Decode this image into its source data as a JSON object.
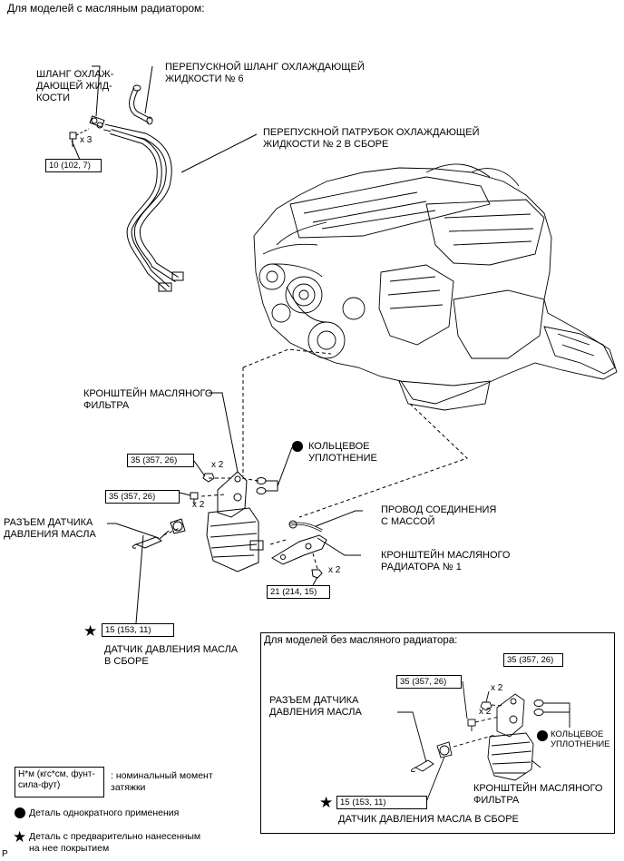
{
  "header": "Для моделей с масляным радиатором:",
  "labels": {
    "coolant_hose": "ШЛАНГ ОХЛАЖ-\nДАЮЩЕЙ ЖИД-\nКОСТИ",
    "bypass_hose": "ПЕРЕПУСКНОЙ ШЛАНГ ОХЛАЖДАЮЩЕЙ\nЖИДКОСТИ № 6",
    "bypass_pipe": "ПЕРЕПУСКНОЙ ПАТРУБОК ОХЛАЖДАЮЩЕЙ\nЖИДКОСТИ № 2 В СБОРЕ",
    "filter_bracket": "КРОНШТЕЙН МАСЛЯНОГО\nФИЛЬТРА",
    "o_ring": "КОЛЬЦЕВОЕ\nУПЛОТНЕНИЕ",
    "ground_wire": "ПРОВОД СОЕДИНЕНИЯ\nС МАССОЙ",
    "pressure_connector": "РАЗЪЕМ ДАТЧИКА\nДАВЛЕНИЯ МАСЛА",
    "cooler_bracket": "КРОНШТЕЙН МАСЛЯНОГО\nРАДИАТОРА № 1",
    "pressure_sensor": "ДАТЧИК ДАВЛЕНИЯ МАСЛА\nВ СБОРЕ"
  },
  "multipliers": {
    "x3": "x 3",
    "x2": "x 2"
  },
  "torque": {
    "t10": "10 (102, 7)",
    "t35": "35 (357, 26)",
    "t21": "21 (214, 15)",
    "t15": "15 (153, 11)"
  },
  "inset": {
    "title": "Для моделей без масляного радиатора:",
    "pressure_connector": "РАЗЪЕМ ДАТЧИКА\nДАВЛЕНИЯ МАСЛА",
    "o_ring": "КОЛЬЦЕВОЕ\nУПЛОТНЕНИЕ",
    "filter_bracket": "КРОНШТЕЙН МАСЛЯНОГО\nФИЛЬТРА",
    "pressure_sensor": "ДАТЧИК ДАВЛЕНИЯ МАСЛА В СБОРЕ"
  },
  "legend": {
    "unit_box": "Н*м (кгс*см, фунт-\nсила-фут)",
    "unit_desc": ": номинальный момент\nзатяжки",
    "non_reusable": "Деталь однократного применения",
    "precoated": "Деталь с предварительно нанесенным\nна нее покрытием"
  },
  "footer_mark": "P"
}
